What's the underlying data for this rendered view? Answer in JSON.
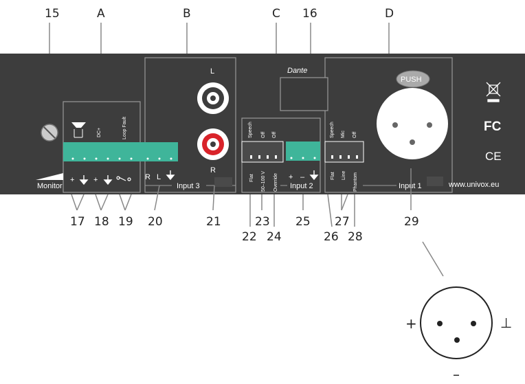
{
  "callouts": {
    "top": [
      "15",
      "A",
      "B",
      "C",
      "16",
      "D"
    ],
    "bottom": [
      "17",
      "18",
      "19",
      "20",
      "21",
      "22",
      "23",
      "24",
      "25",
      "26",
      "27",
      "28",
      "29"
    ]
  },
  "panel": {
    "monitor": "Monitor",
    "dc_plus": "DC+",
    "loop_fault": "Loop Fault",
    "terminal_signs_a": [
      "+",
      "+"
    ],
    "input3": "Input 3",
    "input3_letters": [
      "R",
      "L"
    ],
    "rca_left": "L",
    "rca_right": "R",
    "dante": "Dante",
    "switch_c_top": [
      "Speech",
      "Off",
      "Off"
    ],
    "switch_c_bottom": [
      "Flat",
      "50–100 V",
      "Override"
    ],
    "input2_signs": [
      "+",
      "–"
    ],
    "input2": "Input 2",
    "switch_d_top": [
      "Speech",
      "Mic",
      "Off"
    ],
    "switch_d_bottom": [
      "Flat",
      "Line",
      "Phantom"
    ],
    "input1": "Input 1",
    "push": "PUSH",
    "website": "www.univox.eu",
    "fc": "FC",
    "ce": "CE"
  },
  "xlr_pinout": {
    "plus": "+",
    "minus": "–",
    "ground": "⊥"
  },
  "colors": {
    "panel": "#3d3d3d",
    "terminal": "#3fb59a",
    "line": "#9a9a9a",
    "rca_red": "#d9232a"
  }
}
